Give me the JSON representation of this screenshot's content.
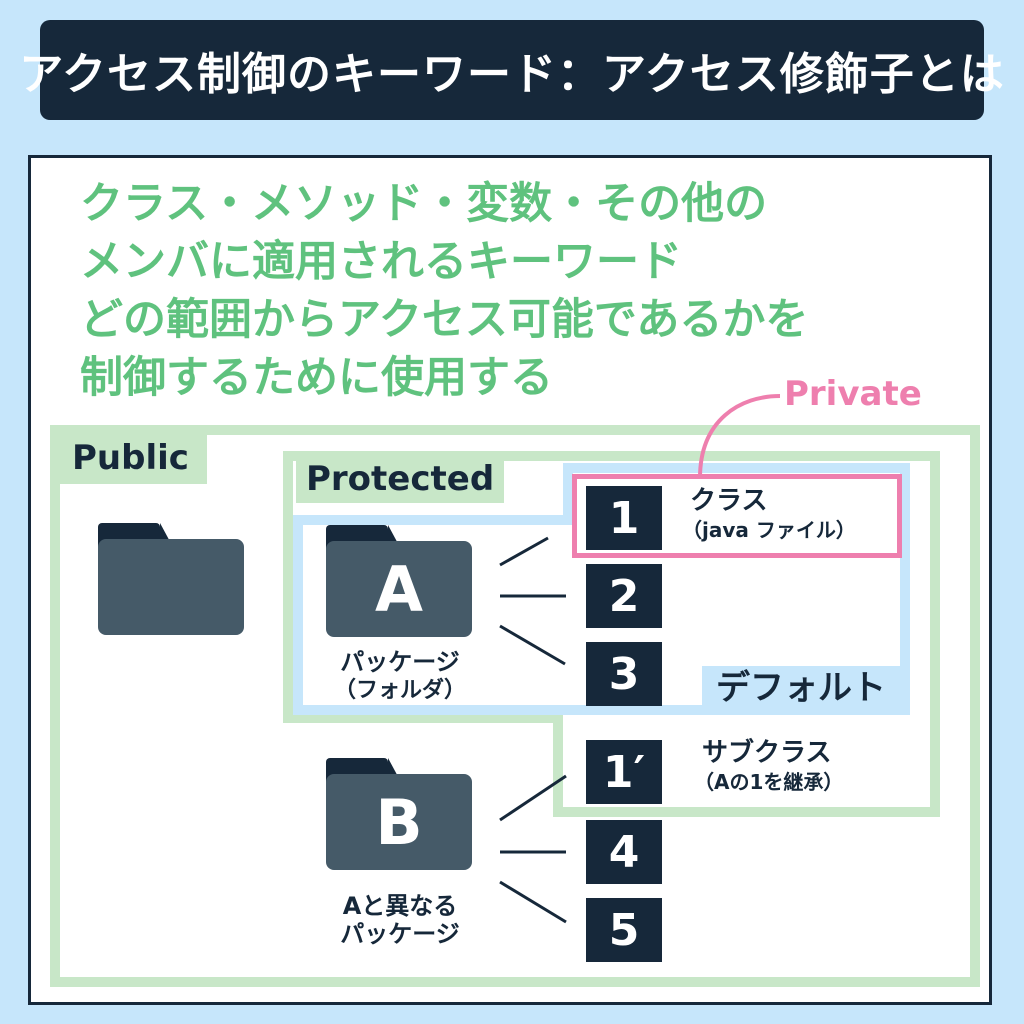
{
  "title": "アクセス制御のキーワード：アクセス修飾子とは",
  "description": [
    "クラス・メソッド・変数・その他の",
    "メンバに適用されるキーワード",
    "どの範囲からアクセス可能であるかを",
    "制御するために使用する"
  ],
  "scopes": {
    "public": "Public",
    "protected": "Protected",
    "default": "デフォルト",
    "private": "Private"
  },
  "folders": {
    "a_letter": "A",
    "a_caption_1": "パッケージ",
    "a_caption_2": "（フォルダ）",
    "b_letter": "B",
    "b_caption_1": "Aと異なる",
    "b_caption_2": "パッケージ"
  },
  "items": [
    "1",
    "2",
    "3",
    "1′",
    "4",
    "5"
  ],
  "notes": {
    "class_label": "クラス",
    "class_sub": "（java ファイル）",
    "subclass_label": "サブクラス",
    "subclass_sub": "（Aの1を継承）"
  },
  "colors": {
    "navy": "#16283a",
    "green_text": "#5fc27e",
    "public_green": "#c8e7c8",
    "default_blue": "#c6e6fb",
    "private_pink": "#ee7fae"
  }
}
